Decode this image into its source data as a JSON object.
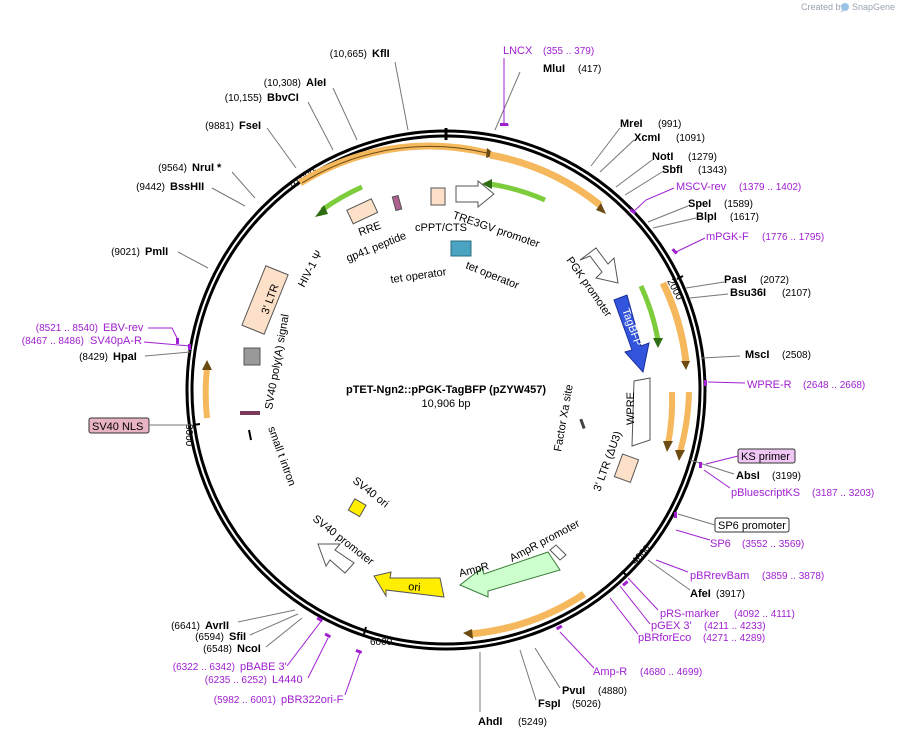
{
  "brand": {
    "created_by": "Created by",
    "name": "SnapGene"
  },
  "map": {
    "title": "pTET-Ngn2::pPGK-TagBFP (pZYW457)",
    "length_label": "10,906 bp"
  },
  "ticks": [
    "2000",
    "4000",
    "6000",
    "8000",
    "10,000"
  ],
  "sites": [
    {
      "name": "KflI",
      "pos": "(10,665)"
    },
    {
      "name": "MluI",
      "pos": "(417)"
    },
    {
      "name": "AleI",
      "pos": "(10,308)"
    },
    {
      "name": "BbvCI",
      "pos": "(10,155)"
    },
    {
      "name": "FseI",
      "pos": "(9881)"
    },
    {
      "name": "NruI *",
      "pos": "(9564)"
    },
    {
      "name": "BssHII",
      "pos": "(9442)"
    },
    {
      "name": "PmlI",
      "pos": "(9021)"
    },
    {
      "name": "HpaI",
      "pos": "(8429)"
    },
    {
      "name": "MreI",
      "pos": "(991)"
    },
    {
      "name": "XcmI",
      "pos": "(1091)"
    },
    {
      "name": "NotI",
      "pos": "(1279)"
    },
    {
      "name": "SbfI",
      "pos": "(1343)"
    },
    {
      "name": "SpeI",
      "pos": "(1589)"
    },
    {
      "name": "BlpI",
      "pos": "(1617)"
    },
    {
      "name": "PasI",
      "pos": "(2072)"
    },
    {
      "name": "Bsu36I",
      "pos": "(2107)"
    },
    {
      "name": "MscI",
      "pos": "(2508)"
    },
    {
      "name": "AbsI",
      "pos": "(3199)"
    },
    {
      "name": "AfeI",
      "pos": "(3917)"
    },
    {
      "name": "PvuI",
      "pos": "(4880)"
    },
    {
      "name": "FspI",
      "pos": "(5026)"
    },
    {
      "name": "AhdI",
      "pos": "(5249)"
    },
    {
      "name": "AvrII",
      "pos": "(6641)"
    },
    {
      "name": "SfiI",
      "pos": "(6594)"
    },
    {
      "name": "NcoI",
      "pos": "(6548)"
    }
  ],
  "primers": [
    {
      "name": "LNCX",
      "pos": "(355 .. 379)"
    },
    {
      "name": "MSCV-rev",
      "pos": "(1379 .. 1402)"
    },
    {
      "name": "mPGK-F",
      "pos": "(1776 .. 1795)"
    },
    {
      "name": "WPRE-R",
      "pos": "(2648 .. 2668)"
    },
    {
      "name": "KS primer",
      "pos": ""
    },
    {
      "name": "pBluescriptKS",
      "pos": "(3187 .. 3203)"
    },
    {
      "name": "SP6 promoter",
      "pos": ""
    },
    {
      "name": "SP6",
      "pos": "(3552 .. 3569)"
    },
    {
      "name": "pBRrevBam",
      "pos": "(3859 .. 3878)"
    },
    {
      "name": "pRS-marker",
      "pos": "(4092 .. 4111)"
    },
    {
      "name": "pGEX 3'",
      "pos": "(4211 .. 4233)"
    },
    {
      "name": "pBRforEco",
      "pos": "(4271 .. 4289)"
    },
    {
      "name": "Amp-R",
      "pos": "(4680 .. 4699)"
    },
    {
      "name": "pBABE 3'",
      "pos": "(6322 .. 6342)"
    },
    {
      "name": "L4440",
      "pos": "(6235 .. 6252)"
    },
    {
      "name": "pBR322ori-F",
      "pos": "(5982 .. 6001)"
    },
    {
      "name": "EBV-rev",
      "pos": "(8521 .. 8540)"
    },
    {
      "name": "SV40pA-R",
      "pos": "(8467 .. 8486)"
    },
    {
      "name": "SV40 NLS",
      "pos": ""
    }
  ],
  "features": [
    {
      "name": "TRE3GV promoter"
    },
    {
      "name": "PGK promoter"
    },
    {
      "name": "TagBFP"
    },
    {
      "name": "WPRE"
    },
    {
      "name": "Factor Xa site"
    },
    {
      "name": "3' LTR (ΔU3)"
    },
    {
      "name": "AmpR promoter"
    },
    {
      "name": "AmpR"
    },
    {
      "name": "ori"
    },
    {
      "name": "SV40 promoter"
    },
    {
      "name": "SV40 ori"
    },
    {
      "name": "small t intron"
    },
    {
      "name": "SV40 poly(A) signal"
    },
    {
      "name": "3' LTR"
    },
    {
      "name": "HIV-1 Ψ"
    },
    {
      "name": "RRE"
    },
    {
      "name": "gp41 peptide"
    },
    {
      "name": "cPPT/CTS"
    },
    {
      "name": "tet operator"
    },
    {
      "name": "tet operator"
    }
  ],
  "colors": {
    "backbone": "#000000",
    "promoter_arrow": "#ffffff",
    "tagbfp": "#3355dd",
    "ori": "#ffee00",
    "ampr": "#ccffcc",
    "ltr": "#fde0c8",
    "orange_arc": "#f5b85c",
    "green_arc": "#7ccc3c",
    "primer": "#a020d0"
  }
}
